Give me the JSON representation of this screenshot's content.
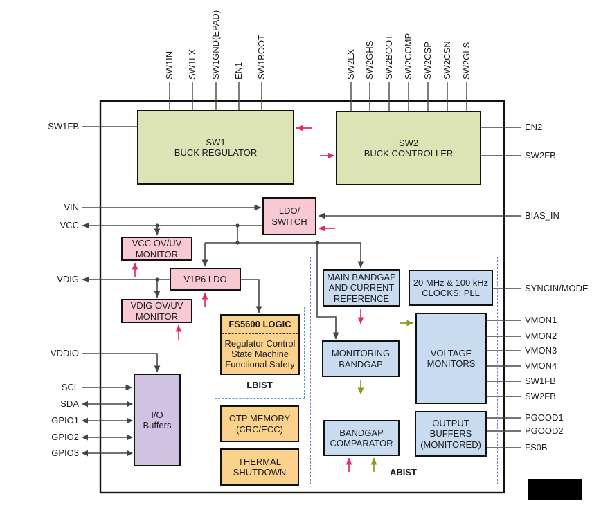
{
  "colors": {
    "green": "#dce3b5",
    "pink_fill": "#f8c9d2",
    "blue": "#c8dbf0",
    "orange": "#fad28b",
    "purple": "#cfc2e3",
    "pink": "#e7286d",
    "olive": "#8a9b21",
    "line": "#454545",
    "border": "#111111",
    "lbist_dash": "#5b9bd5",
    "abist_dash": "#7f76b8",
    "text": "#1d1d1f"
  },
  "pins": {
    "top": [
      "SW1IN",
      "SW1LX",
      "SW1GND(EPAD)",
      "EN1",
      "SW1BOOT",
      "SW2LX",
      "SW2GHS",
      "SW2BOOT",
      "SW2COMP",
      "SW2CSP",
      "SW2CSN",
      "SW2GLS"
    ],
    "left": [
      "SW1FB",
      "VIN",
      "VCC",
      "VDIG",
      "VDDIO",
      "SCL",
      "SDA",
      "GPIO1",
      "GPIO2",
      "GPIO3"
    ],
    "right": [
      "EN2",
      "SW2FB",
      "BIAS_IN",
      "SYNCIN/MODE",
      "VMON1",
      "VMON2",
      "VMON3",
      "VMON4",
      "SW1FB",
      "SW2FB",
      "PGOOD1",
      "PGOOD2",
      "FS0B"
    ]
  },
  "blocks": {
    "sw1": {
      "label": "SW1\nBUCK REGULATOR"
    },
    "sw2": {
      "label": "SW2\nBUCK CONTROLLER"
    },
    "ldo_switch": {
      "label": "LDO/\nSWITCH"
    },
    "vcc_monitor": {
      "label": "VCC OV/UV\nMONITOR"
    },
    "v1p6_ldo": {
      "label": "V1P6 LDO"
    },
    "vdig_monitor": {
      "label": "VDIG OV/UV\nMONITOR"
    },
    "fs5600_logic": {
      "title": "FS5600 LOGIC",
      "body": "Regulator Control\nState Machine\nFunctional Safety"
    },
    "otp_memory": {
      "label": "OTP MEMORY\n(CRC/ECC)"
    },
    "thermal_shutdown": {
      "label": "THERMAL\nSHUTDOWN"
    },
    "io_buffers": {
      "label": "I/O\nBuffers"
    },
    "main_bandgap": {
      "label": "MAIN BANDGAP\nAND CURRENT\nREFERENCE"
    },
    "clocks_pll": {
      "label": "20 MHz & 100 kHz\nCLOCKS; PLL"
    },
    "monitoring_bandgap": {
      "label": "MONITORING\nBANDGAP"
    },
    "voltage_monitors": {
      "label": "VOLTAGE\nMONITORS"
    },
    "bandgap_comparator": {
      "label": "BANDGAP\nCOMPARATOR"
    },
    "output_buffers": {
      "label": "OUTPUT\nBUFFERS\n(MONITORED)"
    }
  },
  "test_regions": {
    "lbist": "LBIST",
    "abist": "ABIST"
  }
}
